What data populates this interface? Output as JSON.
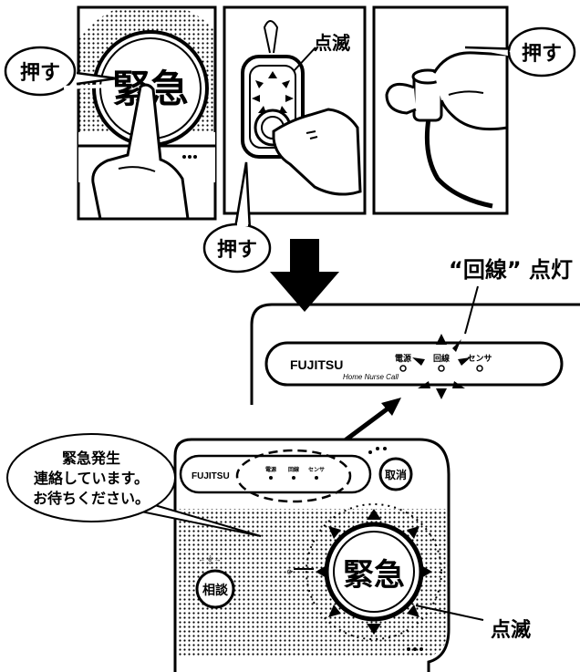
{
  "labels": {
    "push_1": "押す",
    "push_2": "押す",
    "push_3": "押す",
    "blink_pendant": "点滅",
    "blink_main": "点滅",
    "line_lit": "“回線” 点灯",
    "emergency_big": "緊急",
    "emergency_main": "緊急",
    "consult": "相談",
    "cancel": "取消",
    "brand": "FUJITSU",
    "panel_subtitle": "Home Nurse Call",
    "indicators": [
      "電源",
      "回線",
      "センサ"
    ],
    "speech_lines": [
      "緊急発生",
      "連絡しています。",
      "お待ちください。"
    ]
  },
  "colors": {
    "ink": "#000000",
    "paper": "#ffffff",
    "dots": "#000000"
  }
}
